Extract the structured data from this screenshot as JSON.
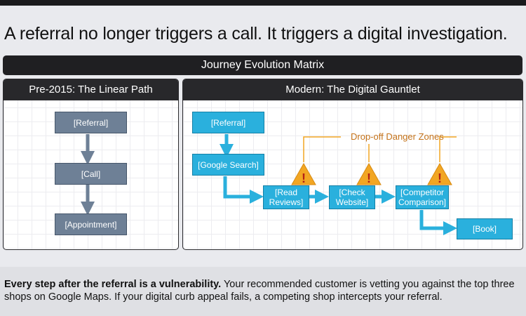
{
  "headline": "A referral no longer triggers a call. It triggers a digital investigation.",
  "matrix_title": "Journey Evolution Matrix",
  "left_panel": {
    "title": "Pre-2015: The Linear Path",
    "nodes": [
      "[Referral]",
      "[Call]",
      "[Appointment]"
    ]
  },
  "right_panel": {
    "title": "Modern: The Digital Gauntlet",
    "nodes": {
      "referral": "[Referral]",
      "google_search": "[Google Search]",
      "read_reviews": "[Read Reviews]",
      "check_website": "[Check Website]",
      "competitor_comparison": "[Competitor Comparison]",
      "book": "[Book]"
    },
    "danger_label": "Drop-off Danger Zones",
    "warning_symbol": "!"
  },
  "footer": {
    "bold": "Every step after the referral is a vulnerability.",
    "text": " Your recommended customer is vetting you against the top three shops on Google Maps. If your digital curb appeal fails, a competing shop intercepts your referral."
  },
  "colors": {
    "gray_node": "#6e8096",
    "blue_node": "#2ab0dd",
    "warning": "#f2a623",
    "danger_text": "#c5731a"
  }
}
